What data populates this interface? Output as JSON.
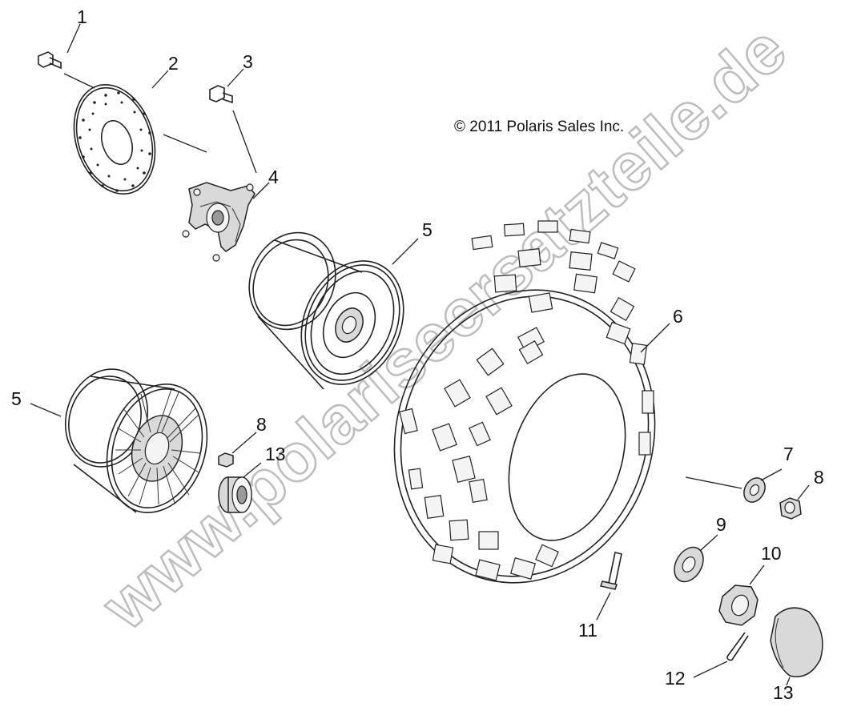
{
  "copyright": "© 2011 Polaris Sales Inc.",
  "watermark": "www.polariseersatzteile.de",
  "callouts": [
    {
      "id": "1",
      "label": "1"
    },
    {
      "id": "2",
      "label": "2"
    },
    {
      "id": "3",
      "label": "3"
    },
    {
      "id": "4",
      "label": "4"
    },
    {
      "id": "5a",
      "label": "5"
    },
    {
      "id": "5b",
      "label": "5"
    },
    {
      "id": "6",
      "label": "6"
    },
    {
      "id": "7",
      "label": "7"
    },
    {
      "id": "8a",
      "label": "8"
    },
    {
      "id": "8b",
      "label": "8"
    },
    {
      "id": "9",
      "label": "9"
    },
    {
      "id": "10",
      "label": "10"
    },
    {
      "id": "11",
      "label": "11"
    },
    {
      "id": "12",
      "label": "12"
    },
    {
      "id": "13a",
      "label": "13"
    },
    {
      "id": "13b",
      "label": "13"
    }
  ]
}
